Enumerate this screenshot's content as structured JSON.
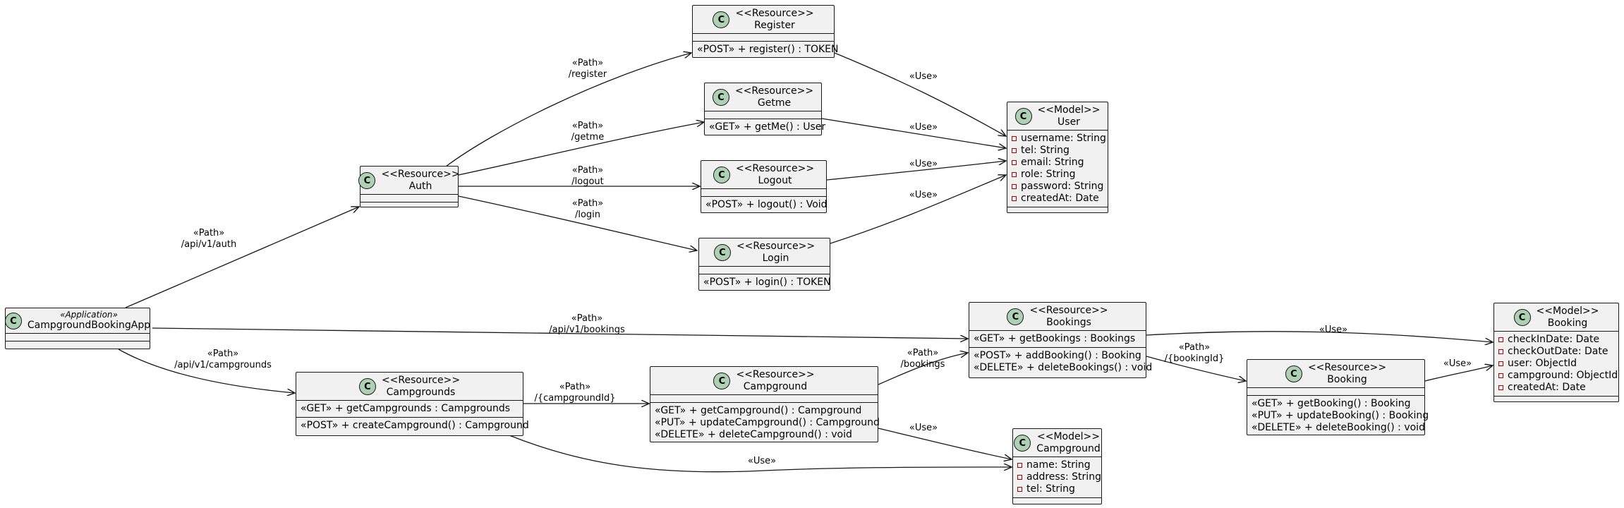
{
  "nodes": {
    "app": {
      "stereotype": "«Application»",
      "name": "CampgroundBookingApp"
    },
    "auth": {
      "stereotype": "<<Resource>>",
      "name": "Auth"
    },
    "register": {
      "stereotype": "<<Resource>>",
      "name": "Register",
      "methods": [
        "«POST» + register() : TOKEN"
      ]
    },
    "getme": {
      "stereotype": "<<Resource>>",
      "name": "Getme",
      "methods": [
        "«GET» + getMe() : User"
      ]
    },
    "logout": {
      "stereotype": "<<Resource>>",
      "name": "Logout",
      "methods": [
        "«POST» + logout() : Void"
      ]
    },
    "login": {
      "stereotype": "<<Resource>>",
      "name": "Login",
      "methods": [
        "«POST» + login() : TOKEN"
      ]
    },
    "user": {
      "stereotype": "<<Model>>",
      "name": "User",
      "fields": [
        "username: String",
        "tel: String",
        "email: String",
        "role: String",
        "password: String",
        "createdAt: Date"
      ]
    },
    "bookings": {
      "stereotype": "<<Resource>>",
      "name": "Bookings",
      "section1": [
        "«GET» + getBookings : Bookings"
      ],
      "section2": [
        "«POST» + addBooking() : Booking",
        "«DELETE» + deleteBookings() : void"
      ]
    },
    "booking_res": {
      "stereotype": "<<Resource>>",
      "name": "Booking",
      "methods": [
        "«GET» + getBooking() : Booking",
        "«PUT» + updateBooking() : Booking",
        "«DELETE» + deleteBooking() : void"
      ]
    },
    "booking_model": {
      "stereotype": "<<Model>>",
      "name": "Booking",
      "fields": [
        "checkInDate: Date",
        "checkOutDate: Date",
        "user: ObjectId",
        "campground: ObjectId",
        "createdAt: Date"
      ]
    },
    "campgrounds": {
      "stereotype": "<<Resource>>",
      "name": "Campgrounds",
      "section1": [
        "«GET» + getCampgrounds : Campgrounds"
      ],
      "section2": [
        "«POST» + createCampground() : Campground"
      ]
    },
    "campground_res": {
      "stereotype": "<<Resource>>",
      "name": "Campground",
      "methods": [
        "«GET» + getCampground() : Campground",
        "«PUT» + updateCampground() : Campground",
        "«DELETE» + deleteCampground() : void"
      ]
    },
    "campground_model": {
      "stereotype": "<<Model>>",
      "name": "Campground",
      "fields": [
        "name: String",
        "address: String",
        "tel: String"
      ]
    }
  },
  "edge_labels": {
    "app_auth": [
      "«Path»",
      "/api/v1/auth"
    ],
    "auth_register": [
      "«Path»",
      "/register"
    ],
    "auth_getme": [
      "«Path»",
      "/getme"
    ],
    "auth_logout": [
      "«Path»",
      "/logout"
    ],
    "auth_login": [
      "«Path»",
      "/login"
    ],
    "register_user": [
      "«Use»"
    ],
    "getme_user": [
      "«Use»"
    ],
    "logout_user": [
      "«Use»"
    ],
    "login_user": [
      "«Use»"
    ],
    "app_bookings": [
      "«Path»",
      "/api/v1/bookings"
    ],
    "app_campgrounds": [
      "«Path»",
      "/api/v1/campgrounds"
    ],
    "bookings_bookingmodel": [
      "«Use»"
    ],
    "bookings_bookingres": [
      "«Path»",
      "/{bookingId}"
    ],
    "bookingres_bookingmodel": [
      "«Use»"
    ],
    "campgrounds_campgroundres": [
      "«Path»",
      "/{campgroundId}"
    ],
    "campgroundres_bookings": [
      "«Path»",
      "/bookings"
    ],
    "campgroundres_campgroundmodel": [
      "«Use»"
    ],
    "campgrounds_campgroundmodel": [
      "«Use»"
    ]
  },
  "colors": {
    "class_badge": "#add1b2",
    "node_fill": "#f1f1f1",
    "border": "#181818",
    "private_marker": "#aa0000"
  }
}
